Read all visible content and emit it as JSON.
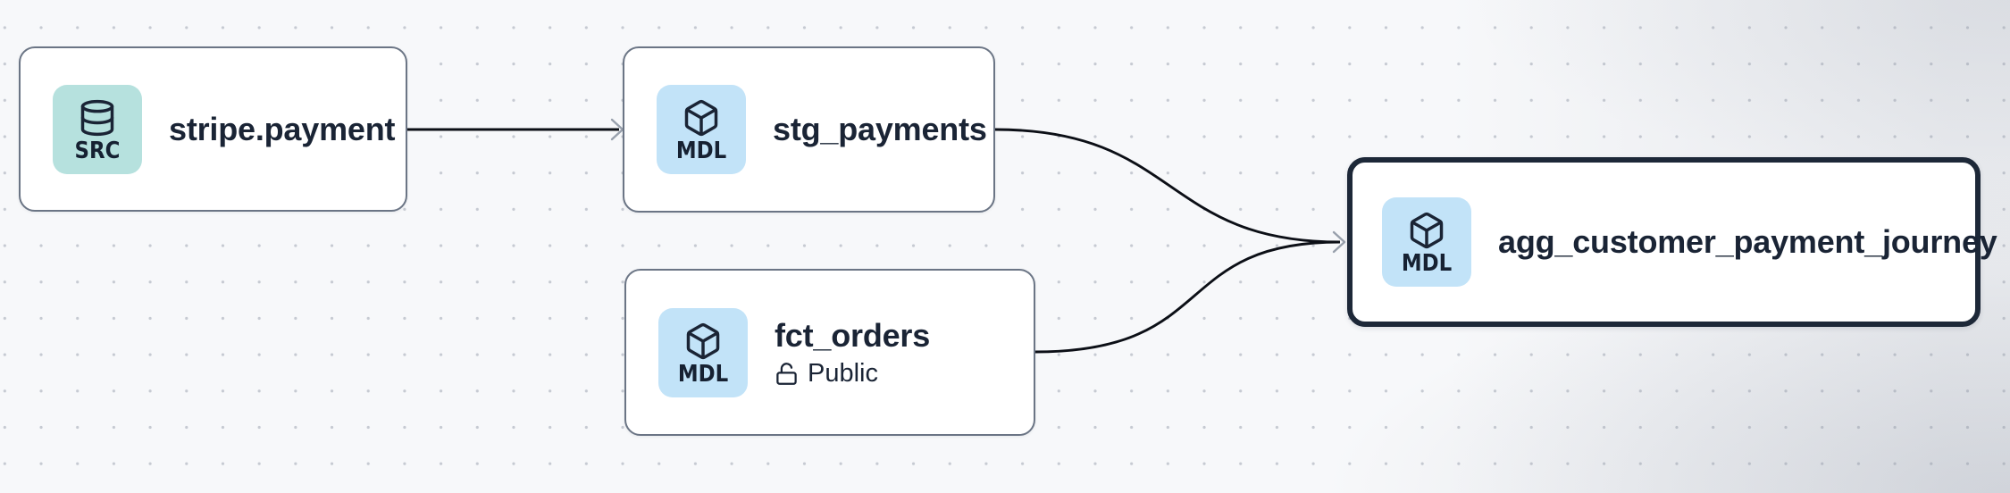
{
  "canvas": {
    "type": "data-lineage-graph",
    "colors": {
      "background": "#f7f8fa",
      "dot": "#c6cad2",
      "node_fill": "#ffffff",
      "node_border": "#6b7585",
      "selected_node_border": "#1d2838",
      "text": "#1a2435",
      "src_badge": "#b6e1de",
      "mdl_badge": "#c2e3f8",
      "edge": "#0c0f16",
      "arrowhead": "#98a0ac"
    }
  },
  "nodes": [
    {
      "id": "stripe-payment",
      "title": "stripe.payment",
      "badge": "SRC",
      "icon": "database",
      "selected": false
    },
    {
      "id": "stg-payments",
      "title": "stg_payments",
      "badge": "MDL",
      "icon": "box",
      "selected": false
    },
    {
      "id": "fct-orders",
      "title": "fct_orders",
      "badge": "MDL",
      "icon": "box",
      "access": "Public",
      "access_icon": "lock-open",
      "selected": false
    },
    {
      "id": "agg-customer-payment-journey",
      "title": "agg_customer_payment_journey",
      "badge": "MDL",
      "icon": "box",
      "selected": true
    }
  ],
  "edges": [
    {
      "from": "stripe.payment",
      "to": "stg_payments"
    },
    {
      "from": "stg_payments",
      "to": "agg_customer_payment_journey"
    },
    {
      "from": "fct_orders",
      "to": "agg_customer_payment_journey"
    }
  ]
}
